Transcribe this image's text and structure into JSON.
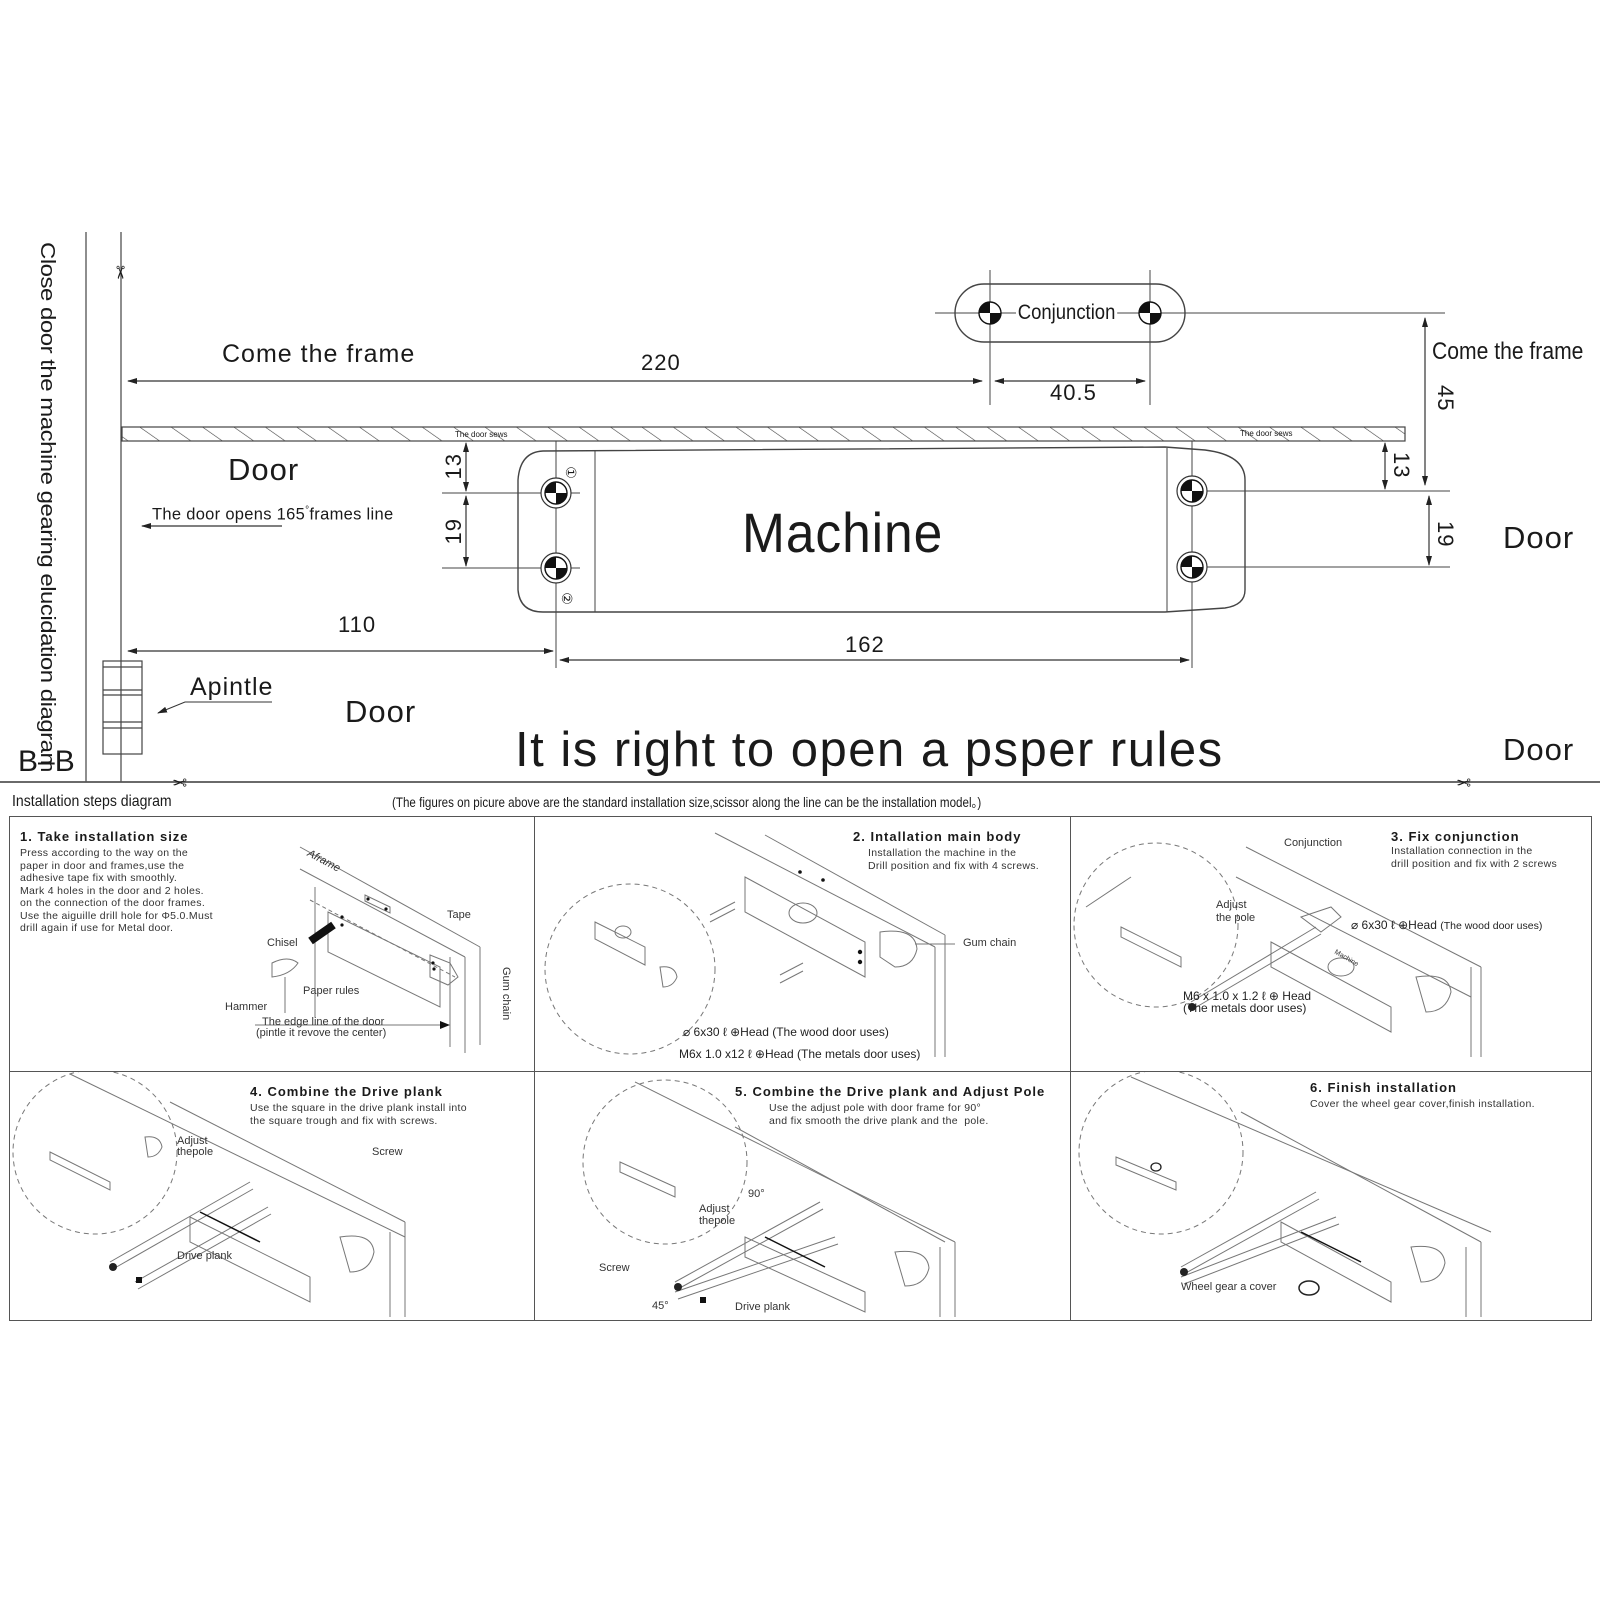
{
  "diagram": {
    "side_title": "Close door the machine gearing elucidation diagram",
    "section_label": "B–B",
    "main_caption": "It is right to open a psper rules",
    "top_labels": {
      "come_the_frame_left": "Come the frame",
      "come_the_frame_right": "Come the frame",
      "conjunction": "Conjunction",
      "machine": "Machine",
      "door_upper_left": "Door",
      "door_lower_left": "Door",
      "door_upper_right": "Door",
      "door_lower_right": "Door",
      "door_opens": "The door opens 165",
      "degree_sign": "°",
      "frames_line": "frames line",
      "apintle": "Apintle",
      "door_sews_left": "The door sews",
      "door_sews_right": "The door sews",
      "hole_1": "①",
      "hole_2": "②"
    },
    "dimensions": {
      "frame_to_conjunction": "220",
      "conjunction_spacing": "40.5",
      "frame_to_conjunction_vertical": "45",
      "top_offset_left": "13",
      "hole_spacing_left": "19",
      "top_offset_right": "13",
      "hole_spacing_right": "19",
      "pintle_to_machine": "110",
      "machine_hole_span": "162"
    }
  },
  "installation": {
    "heading": "Installation steps diagram",
    "note": "(The figures on picure above are the standard installation size,scissor along the line can be the installation model。)",
    "steps": [
      {
        "title": "1. Take installation size",
        "description": "Press according to the way on the\npaper in door and frames,use the\nadhesive tape fix with smoothly.\nMark 4 holes in the door and 2 holes.\non the connection of the door frames.\nUse the aiguille drill hole for Φ5.0.Must\ndrill again if use for Metal door.",
        "callouts": {
          "aframe": "Aframe",
          "tape": "Tape",
          "chisel": "Chisel",
          "paper_rules": "Paper rules",
          "hammer": "Hammer",
          "gum_chain": "Gum chain",
          "edge_line": "The edge line of the door",
          "edge_line_sub": "(pintle it revove the center)"
        }
      },
      {
        "title": "2. Intallation main body",
        "description": "Installation the machine in the\nDrill position and fix with 4 screws.",
        "callouts": {
          "gum_chain": "Gum chain",
          "wood_screw": "⌀ 6x30 ℓ ⊕Head (The wood door uses)",
          "metal_screw": "M6x 1.0 x12 ℓ ⊕Head  (The metals door uses)"
        }
      },
      {
        "title": "3. Fix conjunction",
        "description": "Installation connection in the\ndrill position and fix with 2 screws",
        "callouts": {
          "conjunction": "Conjunction",
          "adjust_pole": "Adjust\nthe pole",
          "wood_screw": "⌀ 6x30 ℓ ⊕Head",
          "wood_screw_note": "(The wood door uses)",
          "metal_screw": "M6 x 1.0 x 1.2 ℓ ⊕ Head",
          "metal_screw_note": "(The metals door uses)",
          "machine": "Machine"
        }
      },
      {
        "title": "4. Combine the Drive plank",
        "description": "Use the square in the drive plank install into\nthe square trough and fix with screws.",
        "callouts": {
          "adjust_pole": "Adjust\nthepole",
          "screw": "Screw",
          "drive_plank": "Drive plank"
        }
      },
      {
        "title": "5. Combine the Drive plank and Adjust Pole",
        "description": "Use the adjust pole with door frame for 90°\nand fix smooth the drive plank and the  pole.",
        "callouts": {
          "angle_90": "90°",
          "adjust_pole": "Adjust\nthepole",
          "screw": "Screw",
          "angle_45": "45°",
          "drive_plank": "Drive plank"
        }
      },
      {
        "title": "6. Finish installation",
        "description": "Cover the wheel gear cover,finish installation.",
        "callouts": {
          "wheel_gear_cover": "Wheel gear a cover"
        }
      }
    ]
  },
  "icons": {
    "scissors": "✂"
  },
  "colors": {
    "ink": "#1a1a1a",
    "line": "#444444",
    "panel_border": "#555555",
    "background": "#ffffff"
  }
}
